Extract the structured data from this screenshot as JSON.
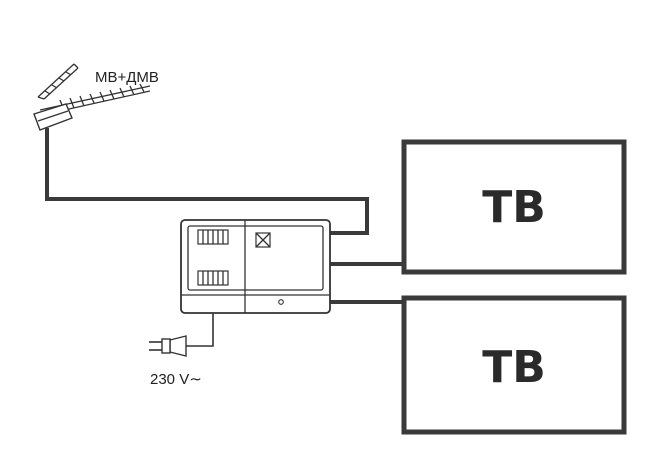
{
  "antenna": {
    "label": "МВ+ДМВ"
  },
  "power": {
    "label": "230 V∼"
  },
  "tv_top": {
    "label": "ТВ"
  },
  "tv_bottom": {
    "label": "ТВ"
  },
  "colors": {
    "line": "#3a3a3a",
    "box": "#333333"
  }
}
